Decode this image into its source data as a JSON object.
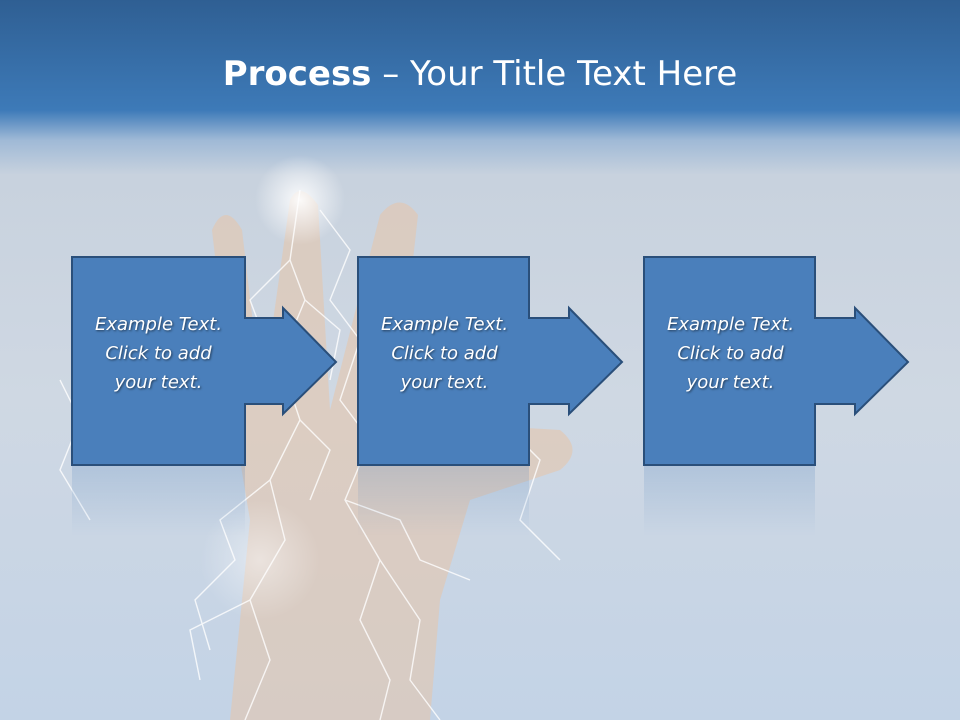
{
  "slide": {
    "title_bold": "Process",
    "title_rest": " – Your Title Text Here"
  },
  "steps": [
    {
      "line1": "Example Text.",
      "line2": "Click  to add",
      "line3": "your text."
    },
    {
      "line1": "Example Text.",
      "line2": "Click  to add",
      "line3": "your text."
    },
    {
      "line1": "Example Text.",
      "line2": "Click  to add",
      "line3": "your text."
    }
  ],
  "colors": {
    "box_fill": "#4a7fbb",
    "box_stroke": "#2a4f7a",
    "header": "#3d7ab8"
  }
}
